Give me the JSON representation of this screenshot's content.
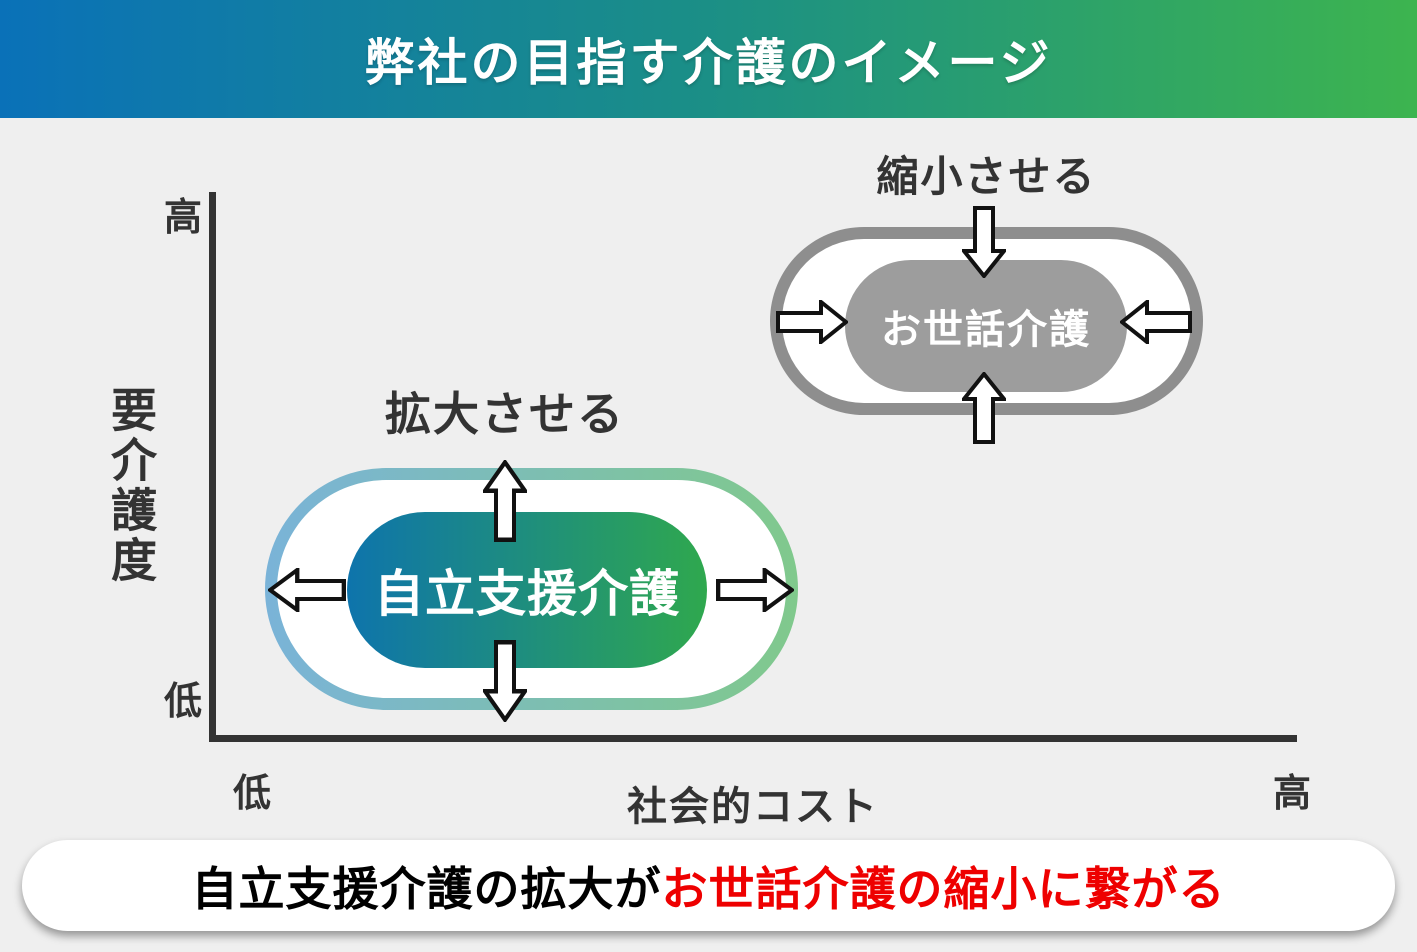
{
  "header": {
    "title": "弊社の目指す介護のイメージ",
    "gradient_from": "#0a71b8",
    "gradient_to": "#3db44f"
  },
  "chart": {
    "y_axis": {
      "label": "要介護度",
      "top_label": "高",
      "bottom_label": "低"
    },
    "x_axis": {
      "label": "社会的コスト",
      "left_label": "低",
      "right_label": "高"
    }
  },
  "care_shrink": {
    "action_label": "縮小させる",
    "name": "お世話介護",
    "ring_color": "#8e8e8e",
    "fill_color": "#9d9d9d",
    "arrows_direction": "inward"
  },
  "care_expand": {
    "action_label": "拡大させる",
    "name": "自立支援介護",
    "ring_gradient_from": "#7ab3d8",
    "ring_gradient_to": "#80c98c",
    "fill_gradient_from": "#0e74ac",
    "fill_gradient_to": "#2fa84e",
    "arrows_direction": "outward"
  },
  "banner": {
    "text_black": "自立支援介護の拡大が",
    "text_red": "お世話介護の縮小に繋がる",
    "red_color": "#ee0000"
  }
}
